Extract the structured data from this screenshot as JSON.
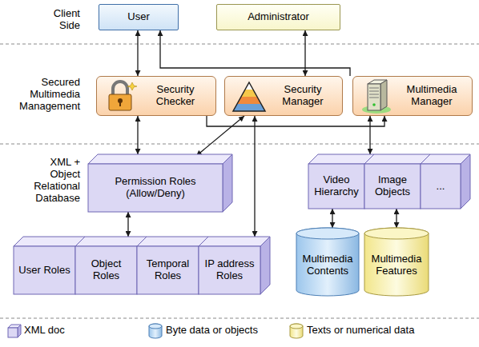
{
  "diagram": {
    "nodes": [
      {
        "text": [
          "User"
        ]
      },
      {
        "text": [
          "Administrator"
        ]
      },
      {
        "text": [
          "Security Checker"
        ]
      },
      {
        "text": [
          "Security Manager"
        ]
      },
      {
        "text": [
          "Multimedia Manager"
        ]
      },
      {
        "text": [
          "Permission Roles (Allow/Deny)"
        ]
      },
      {
        "text": [
          "Video Hierarchy"
        ]
      },
      {
        "text": [
          "Image Objects"
        ]
      },
      {
        "text": [
          "..."
        ]
      },
      {
        "text": [
          "User Roles"
        ]
      },
      {
        "text": [
          "Object Roles"
        ]
      },
      {
        "text": [
          "Temporal Roles"
        ]
      },
      {
        "text": [
          "IP address Roles"
        ]
      },
      {
        "text": [
          "Multimedia Contents"
        ]
      },
      {
        "text": [
          "Multimedia Features"
        ]
      }
    ],
    "edges": [
      {
        "from": 0,
        "to": 2,
        "arrow": "both"
      },
      {
        "from": 4,
        "to": 0,
        "arrow": "to"
      },
      {
        "from": 1,
        "to": 3,
        "arrow": "both"
      },
      {
        "from": 2,
        "to": 4,
        "arrow": "to"
      },
      {
        "from": 2,
        "to": 5,
        "arrow": "both"
      },
      {
        "from": 5,
        "to": 3,
        "arrow": "both"
      },
      {
        "from": 3,
        "to": 12,
        "arrow": "both"
      },
      {
        "from": 4,
        "to": 7,
        "arrow": "both"
      },
      {
        "from": 5,
        "to": 10,
        "arrow": "both"
      },
      {
        "from": 6,
        "to": 13,
        "arrow": "both"
      },
      {
        "from": 7,
        "to": 14,
        "arrow": "both"
      }
    ],
    "labels": [
      "Client Side",
      "Secured Multimedia Management",
      "XML + Object Relational Database"
    ],
    "legend": [
      {
        "text": "XML doc"
      },
      {
        "text": "Byte data or objects"
      },
      {
        "text": "Texts or numerical data"
      }
    ]
  }
}
